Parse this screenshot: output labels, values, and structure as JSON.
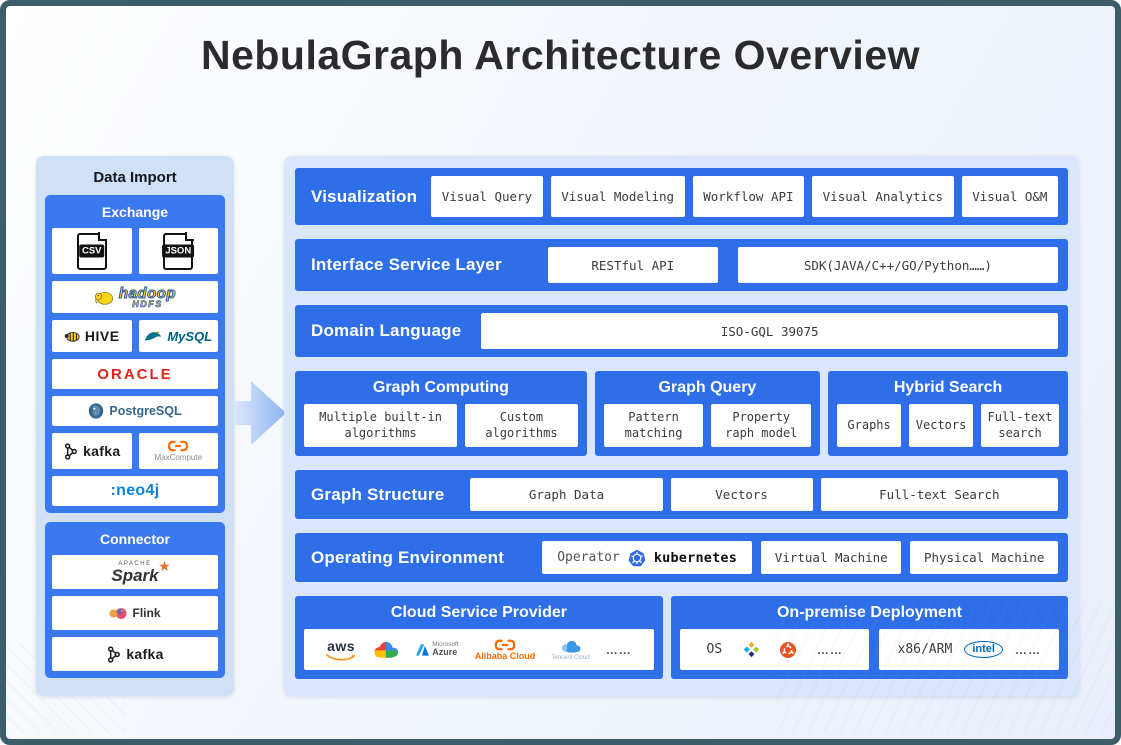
{
  "page": {
    "title": "NebulaGraph Architecture Overview"
  },
  "colors": {
    "primary_blue": "#2E6FE9",
    "sidebar_section_blue": "#3B79F1",
    "main_panel_light_blue": "#D9E6FB",
    "sidebar_light_blue": "#CFE0F7",
    "frame_border": "#3E5D6B",
    "page_background": "#F2F6FB",
    "box_text": "#3B3B3B",
    "oracle_red": "#E2231A",
    "alibaba_orange": "#FF6A00",
    "kubernetes_blue": "#326CE5"
  },
  "icons": {
    "spark_star": "★",
    "flow_arrow": "right-block-arrow",
    "csv_file": "file-outline",
    "json_file": "file-outline",
    "kafka_mark": "kafka-node-circles",
    "kubernetes_mark": "blue-heptagon-helm"
  },
  "sidebar": {
    "title": "Data Import",
    "sections": [
      {
        "title": "Exchange"
      },
      {
        "title": "Connector"
      }
    ],
    "logos": {
      "csv": "CSV",
      "json": "JSON",
      "hadoop": "hadoop",
      "hadoop_sub": "HDFS",
      "hive": "HIVE",
      "mysql": "MySQL",
      "oracle": "ORACLE",
      "postgresql": "PostgreSQL",
      "kafka": "kafka",
      "maxcompute": "MaxCompute",
      "neo4j": ":neo4j",
      "spark_apache": "APACHE",
      "spark": "Spark",
      "flink": "Flink"
    }
  },
  "main": {
    "visualization": {
      "label": "Visualization",
      "boxes": [
        "Visual Query",
        "Visual Modeling",
        "Workflow API",
        "Visual Analytics",
        "Visual O&M"
      ]
    },
    "interface": {
      "label": "Interface Service Layer",
      "boxes": [
        "RESTful API",
        "SDK(JAVA/C++/GO/Python……)"
      ]
    },
    "domain": {
      "label": "Domain Language",
      "boxes": [
        "ISO-GQL 39075"
      ]
    },
    "graph_computing": {
      "label": "Graph Computing",
      "boxes": [
        "Multiple built-in algorithms",
        "Custom algorithms"
      ]
    },
    "graph_query": {
      "label": "Graph Query",
      "boxes": [
        "Pattern matching",
        "Property raph model"
      ]
    },
    "hybrid_search": {
      "label": "Hybrid Search",
      "boxes": [
        "Graphs",
        "Vectors",
        "Full-text search"
      ]
    },
    "graph_structure": {
      "label": "Graph Structure",
      "boxes": [
        "Graph Data",
        "Vectors",
        "Full-text Search"
      ]
    },
    "operating": {
      "label": "Operating Environment",
      "operator": "Operator",
      "kubernetes": "kubernetes",
      "boxes": [
        "Virtual Machine",
        "Physical Machine"
      ]
    },
    "cloud": {
      "label": "Cloud Service Provider",
      "aws": "aws",
      "microsoft": "Microsoft",
      "azure": "Azure",
      "alibaba": "Alibaba Cloud",
      "tencent": "Tencent Cloud",
      "more": "……"
    },
    "onprem": {
      "label": "On-premise Deployment",
      "os": "OS",
      "more_os": "……",
      "arch": "x86/ARM",
      "intel": "intel",
      "more_arch": "……"
    }
  }
}
